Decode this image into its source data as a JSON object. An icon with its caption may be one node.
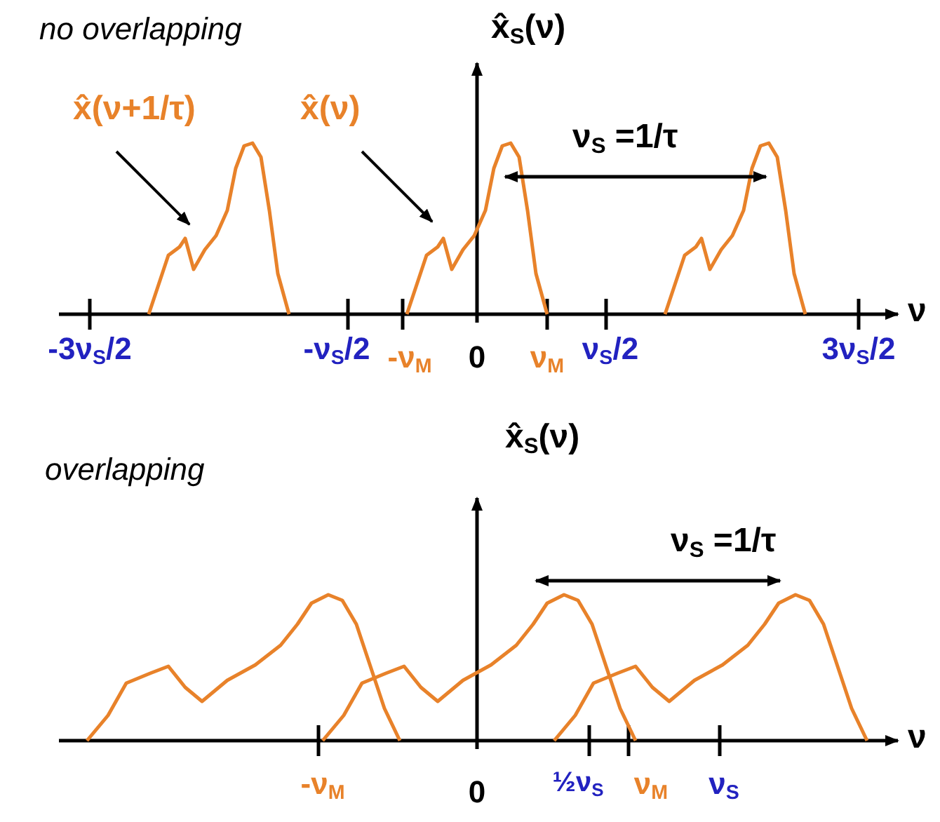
{
  "diagram": {
    "nodes": [
      {
        "text": [
          "x̂(ν+1/τ)"
        ]
      },
      {
        "text": [
          "x̂(ν)"
        ]
      }
    ],
    "edges": [
      {
        "from": 0,
        "to": null,
        "arrow": "to"
      },
      {
        "from": 1,
        "to": null,
        "arrow": "to"
      }
    ],
    "labels": [
      "no overlapping",
      "x̂$_{S}$(ν)",
      "ν$_{S}$ =1/τ",
      "ν",
      "-3ν$_{S}$/2",
      "-ν$_{S}$/2",
      "-ν$_{M}$",
      "0",
      "ν$_{M}$",
      "ν$_{S}$/2",
      "3ν$_{S}$/2",
      "overlapping",
      "x̂$_{S}$(ν)",
      "ν$_{S}$ =1/τ",
      "ν",
      "-ν$_{M}$",
      "0",
      "½ν$_{S}$",
      "ν$_{M}$",
      "ν$_{S}$"
    ]
  }
}
